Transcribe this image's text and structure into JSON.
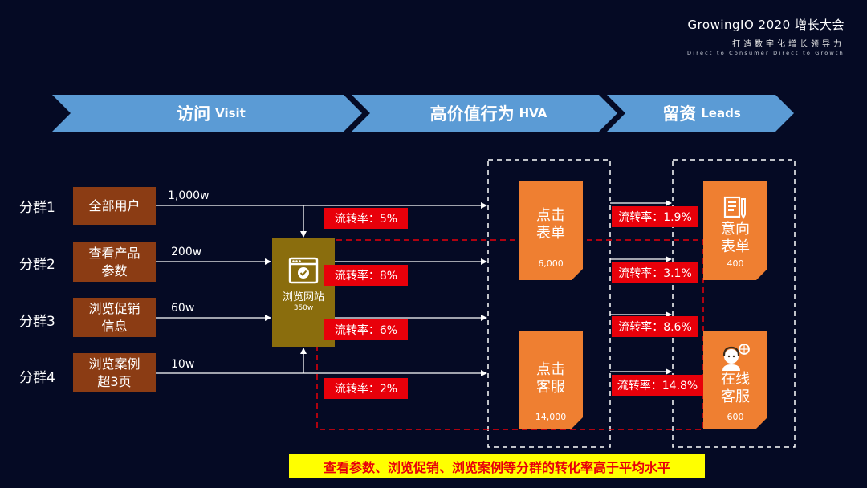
{
  "brand": {
    "title": "GrowingIO 2020 增长大会",
    "subtitle": "打造数字化增长领导力",
    "tagline": "Direct to Consumer Direct to Growth"
  },
  "stages": [
    {
      "cn": "访问",
      "en": "Visit"
    },
    {
      "cn": "高价值行为",
      "en": "HVA"
    },
    {
      "cn": "留资",
      "en": "Leads"
    }
  ],
  "groups": [
    {
      "label": "分群1",
      "segment": "全部用户",
      "volume": "1,000w"
    },
    {
      "label": "分群2",
      "segment": "查看产品\n参数",
      "volume": "200w"
    },
    {
      "label": "分群3",
      "segment": "浏览促销\n信息",
      "volume": "60w"
    },
    {
      "label": "分群4",
      "segment": "浏览案例\n超3页",
      "volume": "10w"
    }
  ],
  "site": {
    "label": "浏览网站",
    "volume": "350w"
  },
  "rates_visit": [
    "流转率：5%",
    "流转率：8%",
    "流转率：6%",
    "流转率：2%"
  ],
  "hva": [
    {
      "title": "点击\n表单",
      "count": "6,000"
    },
    {
      "title": "点击\n客服",
      "count": "14,000"
    }
  ],
  "rates_hva": [
    "流转率：1.9%",
    "流转率：3.1%",
    "流转率：8.6%",
    "流转率：14.8%"
  ],
  "leads": [
    {
      "title": "意向\n表单",
      "count": "400",
      "icon": "form-doc-icon"
    },
    {
      "title": "在线\n客服",
      "count": "600",
      "icon": "customer-service-icon"
    }
  ],
  "footer": "查看参数、浏览促销、浏览案例等分群的转化率高于平均水平",
  "colors": {
    "background": "#050a24",
    "banner": "#5b9bd5",
    "segment": "#8b3c14",
    "site": "#8a6d0d",
    "rate": "#e8000a",
    "note": "#ef7f31",
    "footer_bg": "#ffff00",
    "footer_text": "#e8000a"
  }
}
